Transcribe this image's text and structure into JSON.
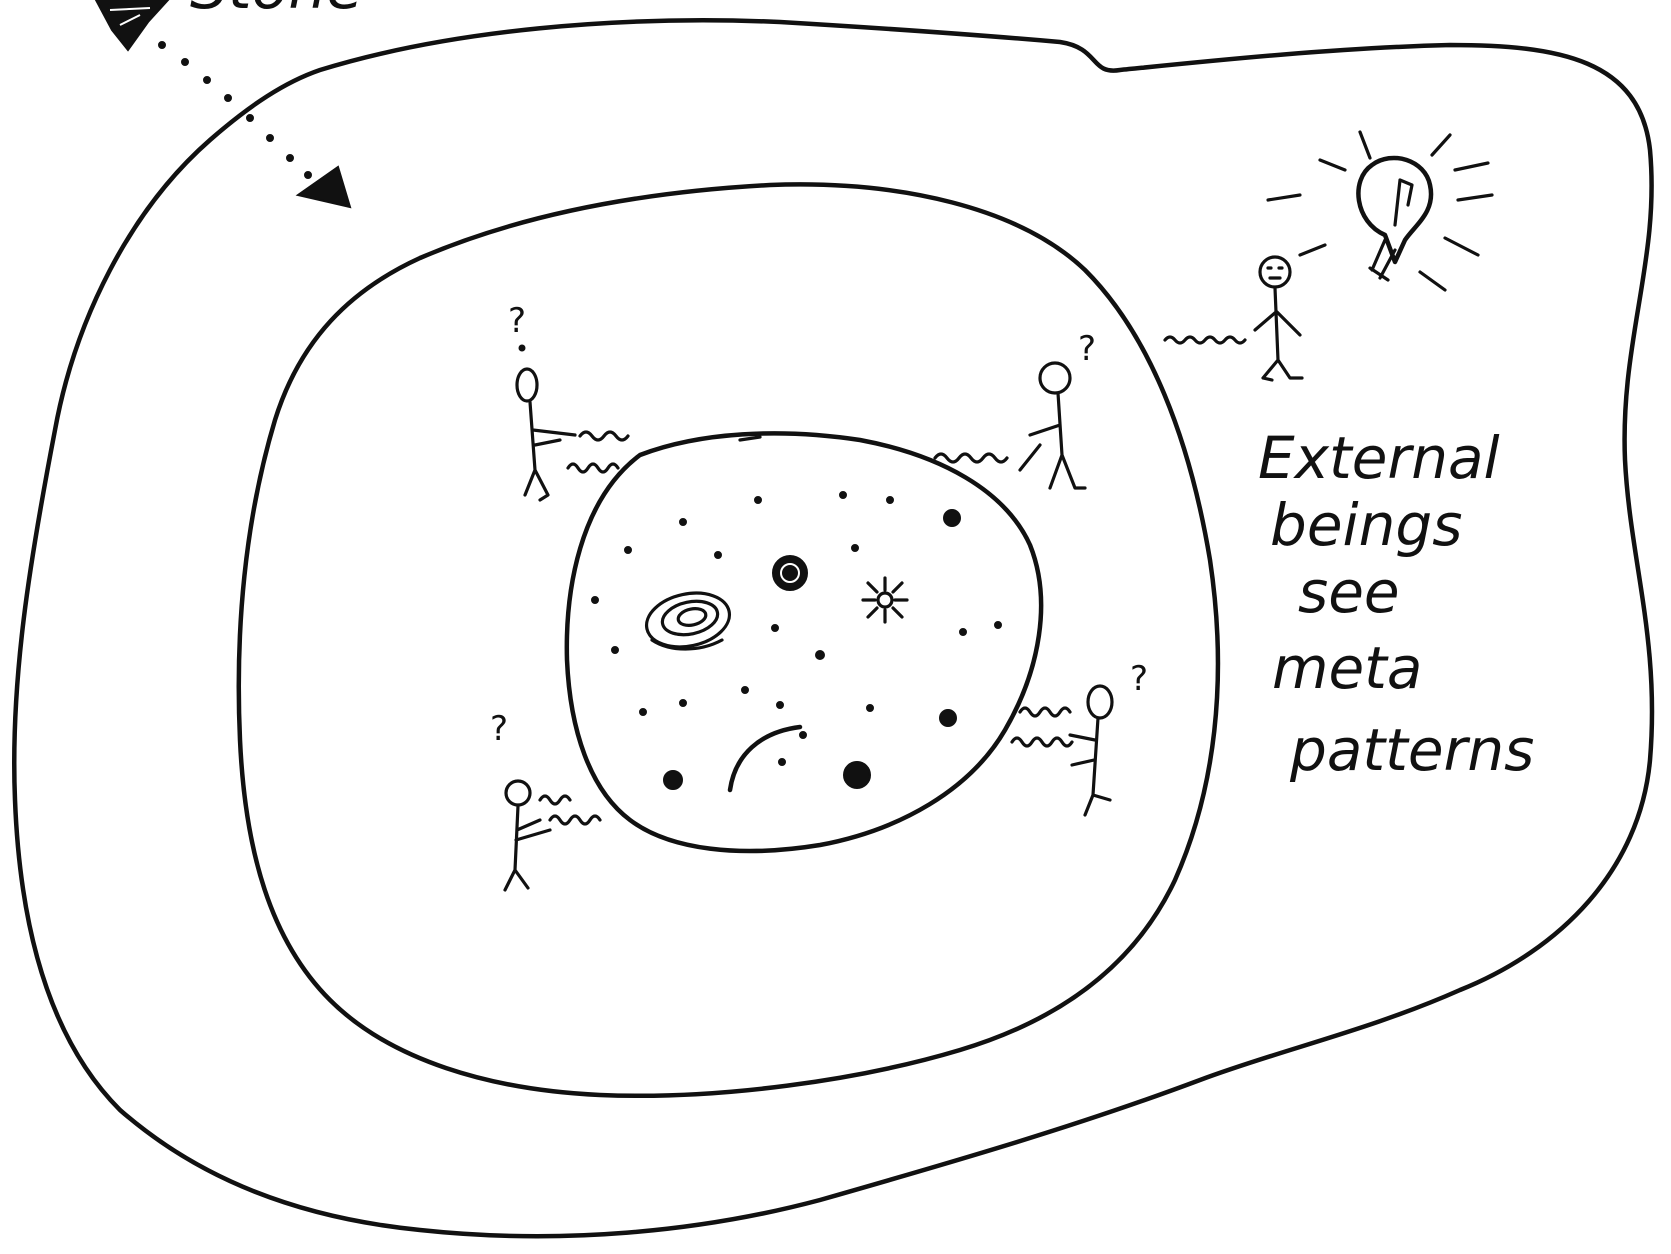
{
  "corner_label": "Stone",
  "caption": {
    "lines": [
      "External",
      "beings",
      "see",
      "meta",
      "patterns"
    ]
  },
  "figures": [
    {
      "name": "figure-top-left",
      "mark": "?"
    },
    {
      "name": "figure-top-right",
      "mark": "?"
    },
    {
      "name": "figure-bottom-left",
      "mark": "?"
    },
    {
      "name": "figure-bottom-right",
      "mark": "?"
    }
  ],
  "icons": {
    "idea": "lightbulb-icon",
    "arrow": "arrowhead-icon"
  },
  "colors": {
    "ink": "#111111",
    "paper": "#ffffff"
  }
}
